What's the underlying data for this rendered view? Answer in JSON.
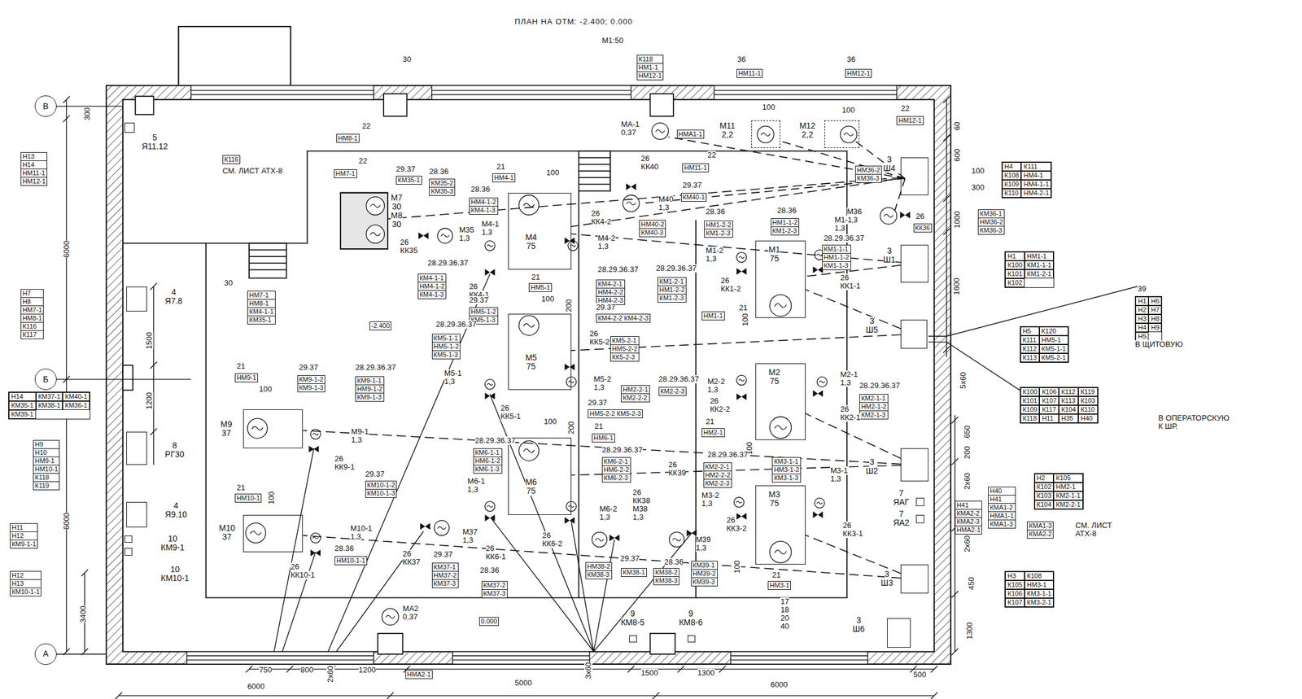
{
  "diagram": {
    "title": "ПЛАН НА ОТМ: -2.400; 0.000",
    "nodes": [
      {
        "text": [
          "В"
        ]
      },
      {
        "text": [
          "Б"
        ]
      },
      {
        "text": [
          "А"
        ]
      },
      {
        "text": [
          "М4",
          "75"
        ]
      },
      {
        "text": [
          "М5",
          "75"
        ]
      },
      {
        "text": [
          "М6",
          "75"
        ]
      },
      {
        "text": [
          "М1",
          "75"
        ]
      },
      {
        "text": [
          "М2",
          "75"
        ]
      },
      {
        "text": [
          "М3",
          "75"
        ]
      },
      {
        "text": [
          "М9",
          "37"
        ]
      },
      {
        "text": [
          "М10",
          "37"
        ]
      },
      {
        "text": [
          "М7",
          "30",
          "М8",
          "30"
        ]
      },
      {
        "text": [
          "М11",
          "2,2"
        ]
      },
      {
        "text": [
          "М12",
          "2,2"
        ]
      },
      {
        "text": [
          "3",
          "Ш4"
        ]
      },
      {
        "text": [
          "3",
          "Ш1"
        ]
      },
      {
        "text": [
          "3",
          "Ш5"
        ]
      },
      {
        "text": [
          "3",
          "Ш2"
        ]
      },
      {
        "text": [
          "3",
          "Ш3"
        ]
      },
      {
        "text": [
          "3",
          "Ш6"
        ]
      },
      {
        "text": [
          "5",
          "Я11.12"
        ]
      },
      {
        "text": [
          "4",
          "Я7.8"
        ]
      },
      {
        "text": [
          "8",
          "РГ30"
        ]
      },
      {
        "text": [
          "4",
          "Я9.10"
        ]
      },
      {
        "text": [
          "10",
          "КМ9-1"
        ]
      },
      {
        "text": [
          "10",
          "КМ10-1"
        ]
      },
      {
        "text": [
          "7",
          "ЯАГ"
        ]
      },
      {
        "text": [
          "7",
          "ЯА2"
        ]
      },
      {
        "text": [
          "9",
          "КМ8-5"
        ]
      },
      {
        "text": [
          "9",
          "КМ8-6"
        ]
      }
    ],
    "edges": [
      {
        "from": 14,
        "to": 11,
        "arrow": "none"
      },
      {
        "from": 14,
        "to": 3,
        "arrow": "none"
      },
      {
        "from": 15,
        "to": 6,
        "arrow": "none"
      },
      {
        "from": 15,
        "to": 3,
        "arrow": "none"
      },
      {
        "from": 16,
        "to": 4,
        "arrow": "none"
      },
      {
        "from": 16,
        "to": 6,
        "arrow": "none"
      },
      {
        "from": 17,
        "to": 7,
        "arrow": "none"
      },
      {
        "from": 17,
        "to": 5,
        "arrow": "none"
      },
      {
        "from": 17,
        "to": 9,
        "arrow": "none"
      },
      {
        "from": 18,
        "to": 8,
        "arrow": "none"
      },
      {
        "from": 18,
        "to": 10,
        "arrow": "none"
      }
    ],
    "labels": [
      "М1:50",
      "К118",
      "НМ1-1",
      "НМ12-1",
      "36",
      "НМ11-1",
      "36",
      "НМ12-1",
      "30",
      "МА-1",
      "0,37",
      "НМА1-1",
      "100",
      "100",
      "22",
      "НМ12-1",
      "22",
      "НМ11-1",
      "60",
      "600",
      "100",
      "300",
      "1000",
      "НМ36-2",
      "КМ36-3",
      "Н4",
      "К111",
      "К108",
      "НМ4-1",
      "К109",
      "НМ4-1-1",
      "К110",
      "НМ4-2-1",
      "КМ36-1",
      "НМ36-2",
      "КМ36-3",
      "М36",
      "1,3",
      "26",
      "КК36",
      "Н1",
      "НМ1-1",
      "К100",
      "КМ1-1-1",
      "К101",
      "КМ1-2-1",
      "К102",
      "1600",
      "39",
      "Н1",
      "Н6",
      "Н2",
      "Н7",
      "Н3",
      "Н8",
      "Н4",
      "Н9",
      "Н5",
      "В ЩИТОВУЮ",
      "Н5",
      "К120",
      "К111",
      "НМ5-1",
      "К112",
      "КМ5-1-1",
      "К113",
      "КМ5-2-1",
      "5х60",
      "К100",
      "К106",
      "К112",
      "К119",
      "К101",
      "К107",
      "К113",
      "К103",
      "К109",
      "К117",
      "К104",
      "К110",
      "К118",
      "Н11",
      "Н35",
      "Н40",
      "В ОПЕРАТОРСКУЮ",
      "К ШР.",
      "650",
      "200",
      "Н2",
      "К105",
      "К102",
      "НМ2-1",
      "К103",
      "КМ2-1-1",
      "К104",
      "КМ2-2-1",
      "2х60",
      "Н40",
      "Н41",
      "КМА1-2",
      "НМА1-1",
      "КМА1-3",
      "Н41",
      "КМА2-2",
      "КМА2-3",
      "НМА2-1",
      "КМА1-3",
      "КМА2-2",
      "СМ. ЛИСТ",
      "АТХ-8",
      "2х60",
      "450",
      "1300",
      "Н3",
      "К108",
      "К105",
      "НМ3-1",
      "К106",
      "КМ3-1-1",
      "К107",
      "КМ3-2-1",
      "17",
      "18",
      "20",
      "40",
      "21",
      "НМ3-1",
      "0.000",
      "-2.400",
      "МА2",
      "0,37",
      "НМА2-1",
      "Н13",
      "Н14",
      "НМ11-1",
      "НМ12-1",
      "К116",
      "СМ. ЛИСТ АТХ-8",
      "Н7",
      "Н8",
      "НМ7-1",
      "НМ8-1",
      "К116",
      "К117",
      "Н14",
      "КМ37-1",
      "КМ40-1",
      "КМ35-1",
      "КМ38-1",
      "КМ36-1",
      "КМ39-1",
      "Н9",
      "Н10",
      "НМ9-1",
      "НМ10-1",
      "К118",
      "К119",
      "Н11",
      "Н12",
      "КМ9-1-1",
      "Н12",
      "Н13",
      "КМ10-1-1",
      "30",
      "НМ7-1",
      "НМ8-1",
      "КМ4-1-1",
      "КМ35-1",
      "22",
      "НМ8-1",
      "22",
      "НМ7-1",
      "29.37",
      "КМ35-1",
      "28.36",
      "КМ35-2",
      "КМ35-3",
      "26",
      "КК35",
      "М35",
      "1,3",
      "21",
      "НМ4-1",
      "28.36",
      "НМ4-1-2",
      "КМ4-1-3",
      "М4-1",
      "1,3",
      "100",
      "28.29.36.37",
      "КМ4-1-1",
      "НМ4-1-2",
      "КМ4-1-3",
      "26",
      "КК4-1",
      "26",
      "КК4-2",
      "М4-2",
      "1,3",
      "28.29.36.37",
      "КМ4-2-1",
      "НМ4-2-2",
      "НМ4-2-3",
      "29.37",
      "КМ4-2-2 КМ4-2-3",
      "21",
      "НМ5-1",
      "100",
      "200",
      "29.37",
      "НМ5-1-2",
      "КМ5-1-3",
      "28.29.36.37",
      "КМ5-1-1",
      "НМ5-1-2",
      "КМ5-1-3",
      "М5-1",
      "1,3",
      "26",
      "КК5-1",
      "26",
      "КК5-2",
      "КМ5-2-1",
      "НМ5-2-2",
      "КК5-2-3",
      "М5-2",
      "1,3",
      "29.37",
      "НМ5-2-2 КМ5-2-3",
      "НМ2-2-1",
      "КМ2-2-2",
      "28.29.36.37",
      "КМ2-2-3",
      "21",
      "НМ6-1",
      "100",
      "200",
      "28.29.36.37",
      "КМ6-1-1",
      "НМ6-1-2",
      "КМ6-1-3",
      "М6-1",
      "1,3",
      "26",
      "КК6-1",
      "28.36",
      "КМ37-2",
      "КМ37-3",
      "28.29.36.37",
      "КМ6-2-1",
      "НМ6-2-2",
      "КМ6-2-3",
      "М6-2",
      "1,3",
      "26",
      "КК6-2",
      "26",
      "КК38",
      "М38",
      "1,3",
      "26",
      "КК39",
      "М39",
      "1,3",
      "НМ38-2",
      "КМ38-3",
      "29.37",
      "КМ38-1",
      "КМ38-2",
      "КМ38-3",
      "28.36",
      "КМ39-1",
      "НМ39-2",
      "КМ39-3",
      "М37",
      "1,3",
      "26",
      "КК37",
      "29.37",
      "КМ37-1",
      "НМ37-2",
      "КМ37-3",
      "21",
      "НМ9-1",
      "100",
      "29.37",
      "КМ9-1-2",
      "КМ9-1-3",
      "28.29.36.37",
      "КМ9-1-1",
      "НМ9-1-2",
      "КМ9-1-3",
      "М9-1",
      "1,3",
      "26",
      "КК9-1",
      "21",
      "НМ10-1",
      "100",
      "29.37",
      "КМ10-1-2",
      "КМ10-1-3",
      "М10-1",
      "1,3",
      "28.36",
      "НМ10-1-1",
      "26",
      "КК10-1",
      "26",
      "КК40",
      "29.37",
      "КМ40-1",
      "М40",
      "1,3",
      "НМ40-2",
      "КМ40-3",
      "28.36",
      "НМ1-2-2",
      "КМ1-2-3",
      "28.36",
      "НМ1-1-2",
      "КМ1-2-3",
      "М1-1",
      "1,3",
      "28.29.36.37",
      "КМ1-1-1",
      "НМ1-1-2",
      "КМ1-1-3",
      "М1-2",
      "1,3",
      "28.29.36.37",
      "КМ1-2-1",
      "НМ1-2-2",
      "КМ1-2-3",
      "26",
      "КК1-2",
      "21",
      "НМ1-1",
      "100",
      "26",
      "КК1-1",
      "М2-1",
      "1,3",
      "28.29.36.37",
      "КМ2-1-1",
      "НМ2-1-2",
      "КМ2-1-3",
      "М2-2",
      "1,3",
      "26",
      "КК2-2",
      "26",
      "КК2-1",
      "21",
      "НМ2-1",
      "100",
      "28.29.36.37",
      "КМ2-2-1",
      "НМ2-2-2",
      "КМ2-2-3",
      "КМ3-1-1",
      "НМ3-1-2",
      "КМ3-1-3",
      "М3-1",
      "1,3",
      "М3-2",
      "1,3",
      "26",
      "КК3-2",
      "26",
      "КК3-1",
      "100",
      "750",
      "800",
      "2х60",
      "1200",
      "6000",
      "5000",
      "3х60",
      "1500",
      "1300",
      "6000",
      "500",
      "300",
      "6000",
      "1500",
      "1200",
      "6000",
      "3400"
    ]
  }
}
